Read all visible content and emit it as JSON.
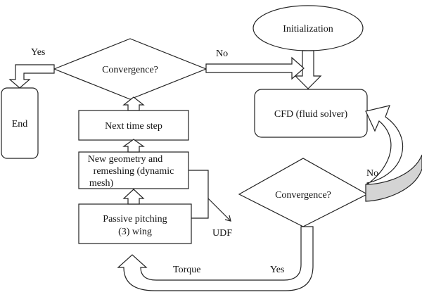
{
  "nodes": {
    "initialization": "Initialization",
    "cfd": "CFD (fluid solver)",
    "convergence_top": "Convergence?",
    "convergence_bottom": "Convergence?",
    "end": "End",
    "next_time_step": "Next time step",
    "new_geometry_line1": "New geometry and",
    "new_geometry_line2": "remeshing (dynamic",
    "new_geometry_line3": "mesh)",
    "passive_pitching_line1": "Passive pitching",
    "passive_pitching_line2": "(3) wing"
  },
  "labels": {
    "yes_top": "Yes",
    "no_top": "No",
    "no_right": "No",
    "yes_bottom": "Yes",
    "torque": "Torque",
    "udf": "UDF"
  }
}
